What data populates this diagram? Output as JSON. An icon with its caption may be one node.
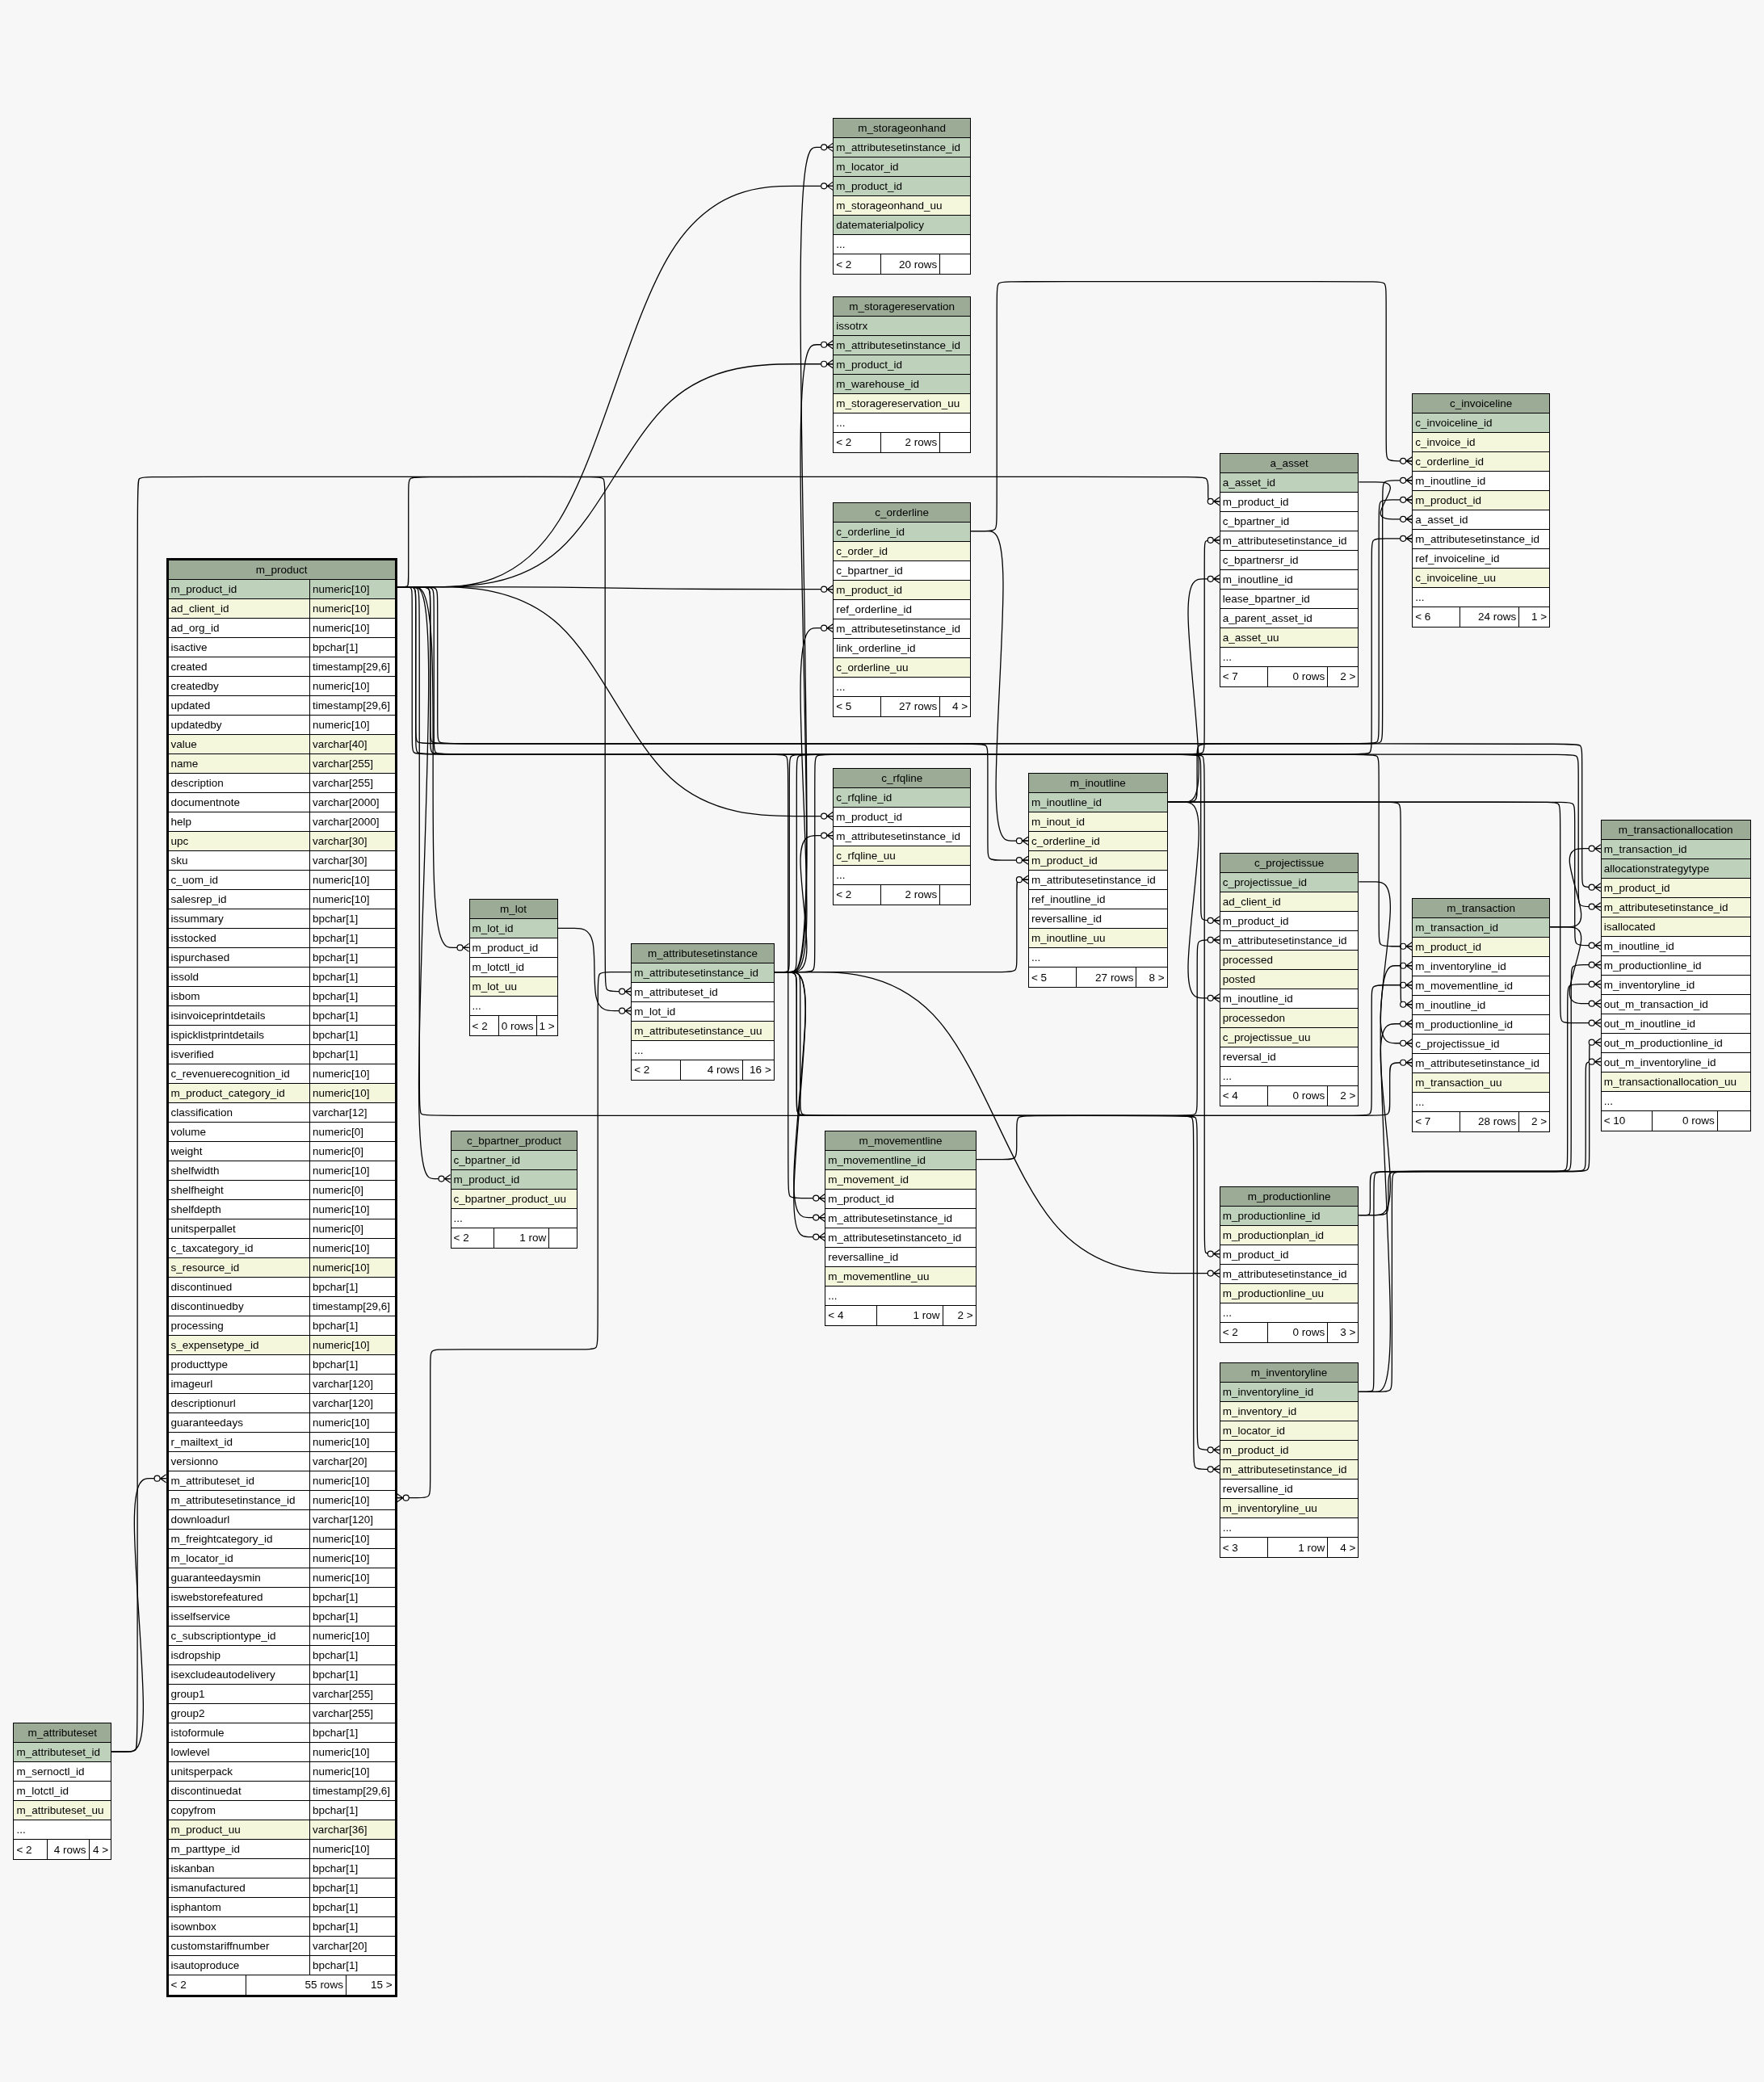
{
  "diagram": {
    "nodes": [
      {
        "text": [
          "m_storageonhand",
          "m_attributesetinstance_id",
          "m_locator_id",
          "m_product_id",
          "m_storageonhand_uu",
          "datematerialpolicy",
          "...",
          "< 2",
          "20 rows"
        ]
      },
      {
        "text": [
          "m_storagereservation",
          "issotrx",
          "m_attributesetinstance_id",
          "m_product_id",
          "m_warehouse_id",
          "m_storagereservation_uu",
          "...",
          "< 2",
          "2 rows"
        ]
      },
      {
        "text": [
          "c_invoiceline",
          "c_invoiceline_id",
          "c_invoice_id",
          "c_orderline_id",
          "m_inoutline_id",
          "m_product_id",
          "a_asset_id",
          "m_attributesetinstance_id",
          "ref_invoiceline_id",
          "c_invoiceline_uu",
          "...",
          "< 6",
          "24 rows",
          "1 >"
        ]
      },
      {
        "text": [
          "a_asset",
          "a_asset_id",
          "m_product_id",
          "c_bpartner_id",
          "m_attributesetinstance_id",
          "c_bpartnersr_id",
          "m_inoutline_id",
          "lease_bpartner_id",
          "a_parent_asset_id",
          "a_asset_uu",
          "...",
          "< 7",
          "0 rows",
          "2 >"
        ]
      },
      {
        "text": [
          "c_orderline",
          "c_orderline_id",
          "c_order_id",
          "c_bpartner_id",
          "m_product_id",
          "ref_orderline_id",
          "m_attributesetinstance_id",
          "link_orderline_id",
          "c_orderline_uu",
          "...",
          "< 5",
          "27 rows",
          "4 >"
        ]
      },
      {
        "text": [
          "m_product",
          "m_product_id",
          "numeric[10]",
          "ad_client_id",
          "numeric[10]",
          "ad_org_id",
          "numeric[10]",
          "isactive",
          "bpchar[1]",
          "created",
          "timestamp[29,6]",
          "createdby",
          "numeric[10]",
          "updated",
          "timestamp[29,6]",
          "updatedby",
          "numeric[10]",
          "value",
          "varchar[40]",
          "name",
          "varchar[255]",
          "description",
          "varchar[255]",
          "documentnote",
          "varchar[2000]",
          "help",
          "varchar[2000]",
          "upc",
          "varchar[30]",
          "sku",
          "varchar[30]",
          "c_uom_id",
          "numeric[10]",
          "salesrep_id",
          "numeric[10]",
          "issummary",
          "bpchar[1]",
          "isstocked",
          "bpchar[1]",
          "ispurchased",
          "bpchar[1]",
          "issold",
          "bpchar[1]",
          "isbom",
          "bpchar[1]",
          "isinvoiceprintdetails",
          "bpchar[1]",
          "ispicklistprintdetails",
          "bpchar[1]",
          "isverified",
          "bpchar[1]",
          "c_revenuerecognition_id",
          "numeric[10]",
          "m_product_category_id",
          "numeric[10]",
          "classification",
          "varchar[12]",
          "volume",
          "numeric[0]",
          "weight",
          "numeric[0]",
          "shelfwidth",
          "numeric[10]",
          "shelfheight",
          "numeric[0]",
          "shelfdepth",
          "numeric[10]",
          "unitsperpallet",
          "numeric[0]",
          "c_taxcategory_id",
          "numeric[10]",
          "s_resource_id",
          "numeric[10]",
          "discontinued",
          "bpchar[1]",
          "discontinuedby",
          "timestamp[29,6]",
          "processing",
          "bpchar[1]",
          "s_expensetype_id",
          "numeric[10]",
          "producttype",
          "bpchar[1]",
          "imageurl",
          "varchar[120]",
          "descriptionurl",
          "varchar[120]",
          "guaranteedays",
          "numeric[10]",
          "r_mailtext_id",
          "numeric[10]",
          "versionno",
          "varchar[20]",
          "m_attributeset_id",
          "numeric[10]",
          "m_attributesetinstance_id",
          "numeric[10]",
          "downloadurl",
          "varchar[120]",
          "m_freightcategory_id",
          "numeric[10]",
          "m_locator_id",
          "numeric[10]",
          "guaranteedaysmin",
          "numeric[10]",
          "iswebstorefeatured",
          "bpchar[1]",
          "isselfservice",
          "bpchar[1]",
          "c_subscriptiontype_id",
          "numeric[10]",
          "isdropship",
          "bpchar[1]",
          "isexcludeautodelivery",
          "bpchar[1]",
          "group1",
          "varchar[255]",
          "group2",
          "varchar[255]",
          "istoformule",
          "bpchar[1]",
          "lowlevel",
          "numeric[10]",
          "unitsperpack",
          "numeric[10]",
          "discontinuedat",
          "timestamp[29,6]",
          "copyfrom",
          "bpchar[1]",
          "m_product_uu",
          "varchar[36]",
          "m_parttype_id",
          "numeric[10]",
          "iskanban",
          "bpchar[1]",
          "ismanufactured",
          "bpchar[1]",
          "isphantom",
          "bpchar[1]",
          "isownbox",
          "bpchar[1]",
          "customstariffnumber",
          "varchar[20]",
          "isautoproduce",
          "bpchar[1]",
          "< 2",
          "55 rows",
          "15 >"
        ]
      },
      {
        "text": [
          "c_rfqline",
          "c_rfqline_id",
          "m_product_id",
          "m_attributesetinstance_id",
          "c_rfqline_uu",
          "...",
          "< 2",
          "2 rows"
        ]
      },
      {
        "text": [
          "m_inoutline",
          "m_inoutline_id",
          "m_inout_id",
          "c_orderline_id",
          "m_product_id",
          "m_attributesetinstance_id",
          "ref_inoutline_id",
          "reversalline_id",
          "m_inoutline_uu",
          "...",
          "< 5",
          "27 rows",
          "8 >"
        ]
      },
      {
        "text": [
          "m_transactionallocation",
          "m_transaction_id",
          "allocationstrategytype",
          "m_product_id",
          "m_attributesetinstance_id",
          "isallocated",
          "m_inoutline_id",
          "m_productionline_id",
          "m_inventoryline_id",
          "out_m_transaction_id",
          "out_m_inoutline_id",
          "out_m_productionline_id",
          "out_m_inventoryline_id",
          "m_transactionallocation_uu",
          "...",
          "< 10",
          "0 rows"
        ]
      },
      {
        "text": [
          "c_projectissue",
          "c_projectissue_id",
          "ad_client_id",
          "m_product_id",
          "m_attributesetinstance_id",
          "processed",
          "posted",
          "m_inoutline_id",
          "processedon",
          "c_projectissue_uu",
          "reversal_id",
          "...",
          "< 4",
          "0 rows",
          "2 >"
        ]
      },
      {
        "text": [
          "m_lot",
          "m_lot_id",
          "m_product_id",
          "m_lotctl_id",
          "m_lot_uu",
          "...",
          "< 2",
          "0 rows",
          "1 >"
        ]
      },
      {
        "text": [
          "m_transaction",
          "m_transaction_id",
          "m_product_id",
          "m_inventoryline_id",
          "m_movementline_id",
          "m_inoutline_id",
          "m_productionline_id",
          "c_projectissue_id",
          "m_attributesetinstance_id",
          "m_transaction_uu",
          "...",
          "< 7",
          "28 rows",
          "2 >"
        ]
      },
      {
        "text": [
          "m_attributesetinstance",
          "m_attributesetinstance_id",
          "m_attributeset_id",
          "m_lot_id",
          "m_attributesetinstance_uu",
          "...",
          "< 2",
          "4 rows",
          "16 >"
        ]
      },
      {
        "text": [
          "c_bpartner_product",
          "c_bpartner_id",
          "m_product_id",
          "c_bpartner_product_uu",
          "...",
          "< 2",
          "1 row"
        ]
      },
      {
        "text": [
          "m_movementline",
          "m_movementline_id",
          "m_movement_id",
          "m_product_id",
          "m_attributesetinstance_id",
          "m_attributesetinstanceto_id",
          "reversalline_id",
          "m_movementline_uu",
          "...",
          "< 4",
          "1 row",
          "2 >"
        ]
      },
      {
        "text": [
          "m_productionline",
          "m_productionline_id",
          "m_productionplan_id",
          "m_product_id",
          "m_attributesetinstance_id",
          "m_productionline_uu",
          "...",
          "< 2",
          "0 rows",
          "3 >"
        ]
      },
      {
        "text": [
          "m_inventoryline",
          "m_inventoryline_id",
          "m_inventory_id",
          "m_locator_id",
          "m_product_id",
          "m_attributesetinstance_id",
          "reversalline_id",
          "m_inventoryline_uu",
          "...",
          "< 3",
          "1 row",
          "4 >"
        ]
      },
      {
        "text": [
          "m_attributeset",
          "m_attributeset_id",
          "m_sernoctl_id",
          "m_lotctl_id",
          "m_attributeset_uu",
          "...",
          "< 2",
          "4 rows",
          "4 >"
        ]
      }
    ],
    "edges": [
      {
        "from": 0,
        "to": 12,
        "arrow": "other"
      },
      {
        "from": 0,
        "to": 5,
        "arrow": "other"
      },
      {
        "from": 1,
        "to": 12,
        "arrow": "other"
      },
      {
        "from": 1,
        "to": 5,
        "arrow": "other"
      },
      {
        "from": 2,
        "to": 4,
        "arrow": "other"
      },
      {
        "from": 2,
        "to": 7,
        "arrow": "other"
      },
      {
        "from": 2,
        "to": 5,
        "arrow": "other"
      },
      {
        "from": 2,
        "to": 3,
        "arrow": "other"
      },
      {
        "from": 2,
        "to": 12,
        "arrow": "other"
      },
      {
        "from": 3,
        "to": 5,
        "arrow": "other"
      },
      {
        "from": 3,
        "to": 12,
        "arrow": "other"
      },
      {
        "from": 3,
        "to": 7,
        "arrow": "other"
      },
      {
        "from": 4,
        "to": 5,
        "arrow": "other"
      },
      {
        "from": 4,
        "to": 12,
        "arrow": "other"
      },
      {
        "from": 6,
        "to": 5,
        "arrow": "other"
      },
      {
        "from": 6,
        "to": 12,
        "arrow": "other"
      },
      {
        "from": 7,
        "to": 4,
        "arrow": "other"
      },
      {
        "from": 7,
        "to": 5,
        "arrow": "other"
      },
      {
        "from": 7,
        "to": 12,
        "arrow": "other"
      },
      {
        "from": 8,
        "to": 11,
        "arrow": "other"
      },
      {
        "from": 8,
        "to": 5,
        "arrow": "other"
      },
      {
        "from": 8,
        "to": 12,
        "arrow": "other"
      },
      {
        "from": 8,
        "to": 7,
        "arrow": "other"
      },
      {
        "from": 8,
        "to": 15,
        "arrow": "other"
      },
      {
        "from": 8,
        "to": 16,
        "arrow": "other"
      },
      {
        "from": 8,
        "to": 11,
        "arrow": "other"
      },
      {
        "from": 8,
        "to": 7,
        "arrow": "other"
      },
      {
        "from": 8,
        "to": 15,
        "arrow": "other"
      },
      {
        "from": 8,
        "to": 16,
        "arrow": "other"
      },
      {
        "from": 9,
        "to": 5,
        "arrow": "other"
      },
      {
        "from": 9,
        "to": 12,
        "arrow": "other"
      },
      {
        "from": 9,
        "to": 7,
        "arrow": "other"
      },
      {
        "from": 10,
        "to": 5,
        "arrow": "other"
      },
      {
        "from": 11,
        "to": 5,
        "arrow": "other"
      },
      {
        "from": 11,
        "to": 16,
        "arrow": "other"
      },
      {
        "from": 11,
        "to": 14,
        "arrow": "other"
      },
      {
        "from": 11,
        "to": 7,
        "arrow": "other"
      },
      {
        "from": 11,
        "to": 15,
        "arrow": "other"
      },
      {
        "from": 11,
        "to": 9,
        "arrow": "other"
      },
      {
        "from": 11,
        "to": 12,
        "arrow": "other"
      },
      {
        "from": 12,
        "to": 17,
        "arrow": "other"
      },
      {
        "from": 12,
        "to": 10,
        "arrow": "other"
      },
      {
        "from": 13,
        "to": 5,
        "arrow": "other"
      },
      {
        "from": 14,
        "to": 5,
        "arrow": "other"
      },
      {
        "from": 14,
        "to": 12,
        "arrow": "other"
      },
      {
        "from": 14,
        "to": 12,
        "arrow": "other"
      },
      {
        "from": 15,
        "to": 5,
        "arrow": "other"
      },
      {
        "from": 15,
        "to": 12,
        "arrow": "other"
      },
      {
        "from": 16,
        "to": 5,
        "arrow": "other"
      },
      {
        "from": 16,
        "to": 12,
        "arrow": "other"
      },
      {
        "from": 5,
        "to": 17,
        "arrow": "other"
      },
      {
        "from": 5,
        "to": 12,
        "arrow": "other"
      }
    ]
  }
}
